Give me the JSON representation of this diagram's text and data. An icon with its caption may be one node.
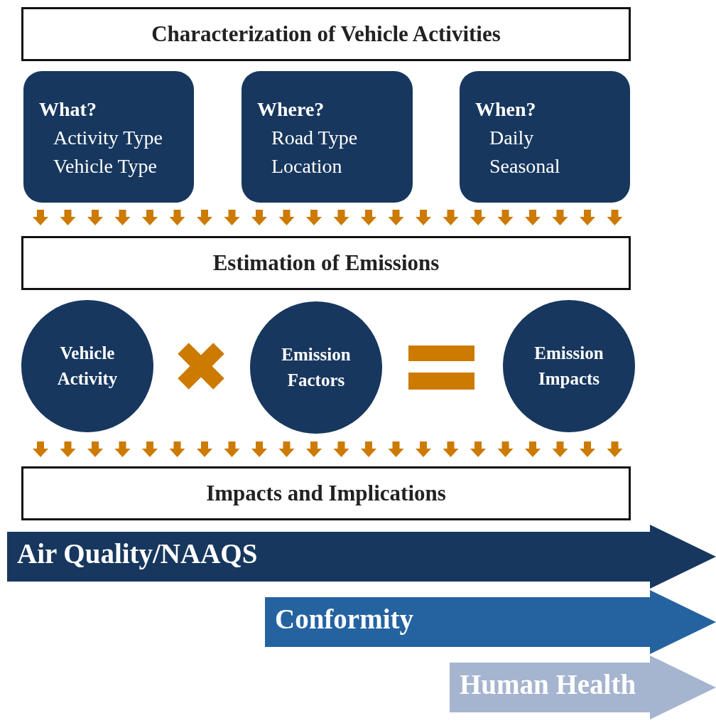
{
  "diagram": {
    "nodes": [
      {
        "text": [
          "Characterization of Vehicle Activities"
        ]
      },
      {
        "text": [
          "What?",
          "Activity Type",
          "Vehicle Type"
        ]
      },
      {
        "text": [
          "Where?",
          "Road Type",
          "Location"
        ]
      },
      {
        "text": [
          "When?",
          "Daily",
          "Seasonal"
        ]
      },
      {
        "text": [
          "Estimation of Emissions"
        ]
      },
      {
        "text": [
          "Vehicle Activity"
        ]
      },
      {
        "text": [
          "Emission Factors"
        ]
      },
      {
        "text": [
          "Emission Impacts"
        ]
      },
      {
        "text": [
          "Impacts and Implications"
        ]
      },
      {
        "text": [
          "Air Quality/NAAQS"
        ]
      },
      {
        "text": [
          "Conformity"
        ]
      },
      {
        "text": [
          "Human Health"
        ]
      }
    ]
  }
}
